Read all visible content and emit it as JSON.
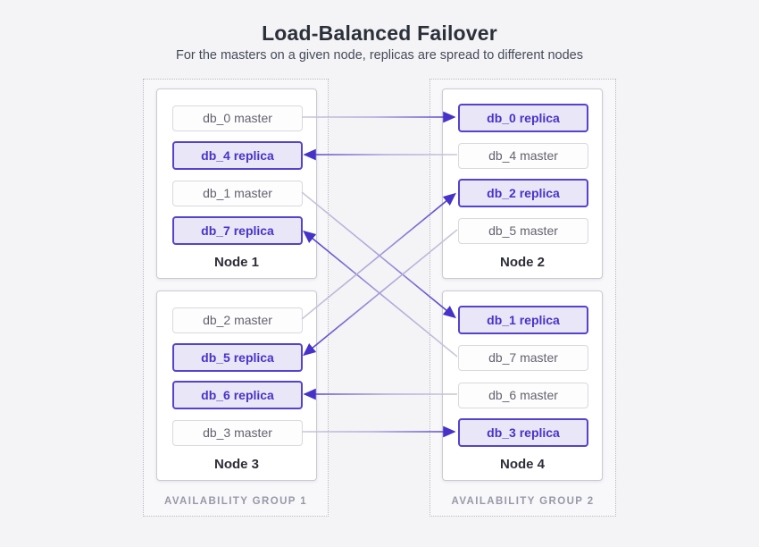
{
  "header": {
    "title": "Load-Balanced Failover",
    "subtitle": "For the masters on a given node, replicas are spread to different nodes"
  },
  "groups": [
    {
      "label": "AVAILABILITY GROUP 1",
      "node_ids": [
        "node1",
        "node3"
      ]
    },
    {
      "label": "AVAILABILITY GROUP 2",
      "node_ids": [
        "node2",
        "node4"
      ]
    }
  ],
  "nodes": [
    {
      "id": "node1",
      "label": "Node 1",
      "group": 0,
      "items": [
        {
          "label": "db_0 master",
          "type": "master"
        },
        {
          "label": "db_4 replica",
          "type": "replica"
        },
        {
          "label": "db_1 master",
          "type": "master"
        },
        {
          "label": "db_7 replica",
          "type": "replica"
        }
      ]
    },
    {
      "id": "node2",
      "label": "Node 2",
      "group": 1,
      "items": [
        {
          "label": "db_0 replica",
          "type": "replica"
        },
        {
          "label": "db_4 master",
          "type": "master"
        },
        {
          "label": "db_2 replica",
          "type": "replica"
        },
        {
          "label": "db_5 master",
          "type": "master"
        }
      ]
    },
    {
      "id": "node3",
      "label": "Node 3",
      "group": 0,
      "items": [
        {
          "label": "db_2 master",
          "type": "master"
        },
        {
          "label": "db_5 replica",
          "type": "replica"
        },
        {
          "label": "db_6 replica",
          "type": "replica"
        },
        {
          "label": "db_3 master",
          "type": "master"
        }
      ]
    },
    {
      "id": "node4",
      "label": "Node 4",
      "group": 1,
      "items": [
        {
          "label": "db_1 replica",
          "type": "replica"
        },
        {
          "label": "db_7 master",
          "type": "master"
        },
        {
          "label": "db_6 master",
          "type": "master"
        },
        {
          "label": "db_3 replica",
          "type": "replica"
        }
      ]
    }
  ],
  "arrows": [
    {
      "db": "db_0",
      "from": {
        "node": "node1",
        "slot": 0
      },
      "to": {
        "node": "node2",
        "slot": 0
      }
    },
    {
      "db": "db_4",
      "from": {
        "node": "node2",
        "slot": 1
      },
      "to": {
        "node": "node1",
        "slot": 1
      }
    },
    {
      "db": "db_1",
      "from": {
        "node": "node1",
        "slot": 2
      },
      "to": {
        "node": "node4",
        "slot": 0
      }
    },
    {
      "db": "db_7",
      "from": {
        "node": "node4",
        "slot": 1
      },
      "to": {
        "node": "node1",
        "slot": 3
      }
    },
    {
      "db": "db_2",
      "from": {
        "node": "node3",
        "slot": 0
      },
      "to": {
        "node": "node2",
        "slot": 2
      }
    },
    {
      "db": "db_5",
      "from": {
        "node": "node2",
        "slot": 3
      },
      "to": {
        "node": "node3",
        "slot": 1
      }
    },
    {
      "db": "db_6",
      "from": {
        "node": "node4",
        "slot": 2
      },
      "to": {
        "node": "node3",
        "slot": 2
      }
    },
    {
      "db": "db_3",
      "from": {
        "node": "node3",
        "slot": 3
      },
      "to": {
        "node": "node4",
        "slot": 3
      }
    }
  ],
  "colors": {
    "page_bg": "#f4f4f6",
    "group_bg": "#f8f8fa",
    "group_border": "#b9b9c4",
    "node_border": "#cacad3",
    "master_border": "#d9d9de",
    "master_text": "#63636e",
    "replica_bg": "#e9e6f8",
    "replica_border": "#5443cd",
    "replica_text": "#4733c9",
    "arrow_start": "#c9c8d6",
    "arrow_mid": "#b0a9dc",
    "arrow_end": "#4a36c9",
    "arrowhead": "#4632c8"
  }
}
